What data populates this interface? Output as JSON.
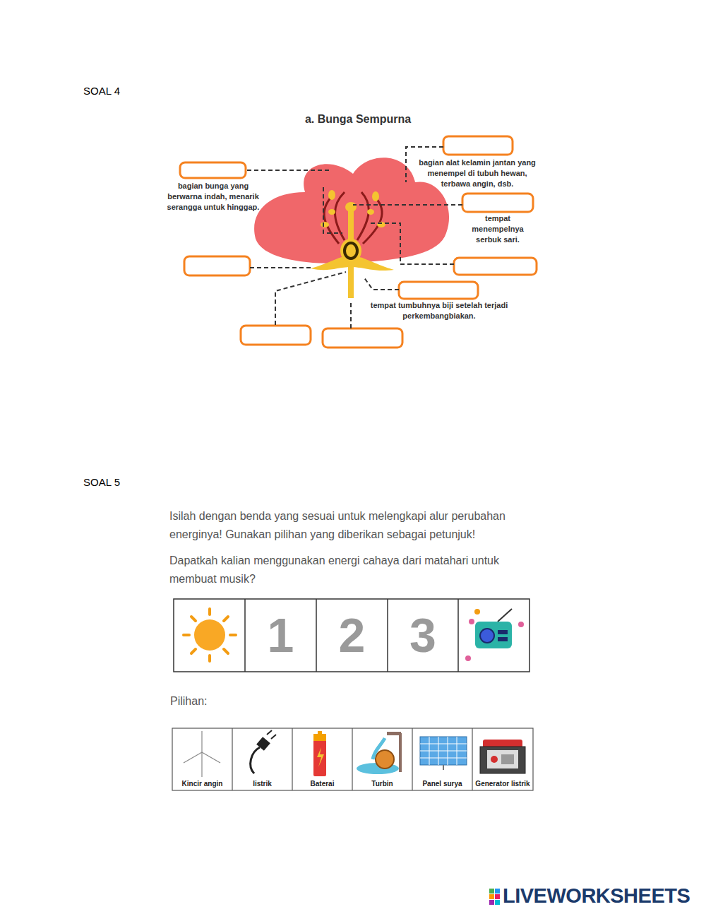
{
  "diagram": {
    "nodes": [
      {
        "text": [
          "1"
        ]
      },
      {
        "text": [
          "2"
        ]
      },
      {
        "text": [
          "3"
        ]
      },
      {
        "text": [
          "Kincir angin"
        ]
      },
      {
        "text": [
          "listrik"
        ]
      },
      {
        "text": [
          "Baterai"
        ]
      },
      {
        "text": [
          "Turbin"
        ]
      },
      {
        "text": [
          "Panel surya"
        ]
      },
      {
        "text": [
          "Generator listrik"
        ]
      }
    ],
    "labels": [
      "SOAL 4",
      "a. Bunga Sempurna",
      "bagian bunga yang berwarna indah, menarik serangga untuk hinggap.",
      "bagian alat kelamin jantan yang menempel di tubuh hewan, terbawa angin, dsb.",
      "tempat menempelnya serbuk sari.",
      "tempat tumbuhnya biji setelah terjadi perkembangbiakan.",
      "SOAL 5",
      "Isilah dengan benda yang sesuai untuk melengkapi alur perubahan energinya! Gunakan pilihan yang diberikan sebagai petunjuk!",
      "Dapatkah kalian menggunakan energi cahaya dari matahari untuk membuat musik?",
      "Pilihan:",
      "LIVEWORKSHEETS"
    ]
  }
}
